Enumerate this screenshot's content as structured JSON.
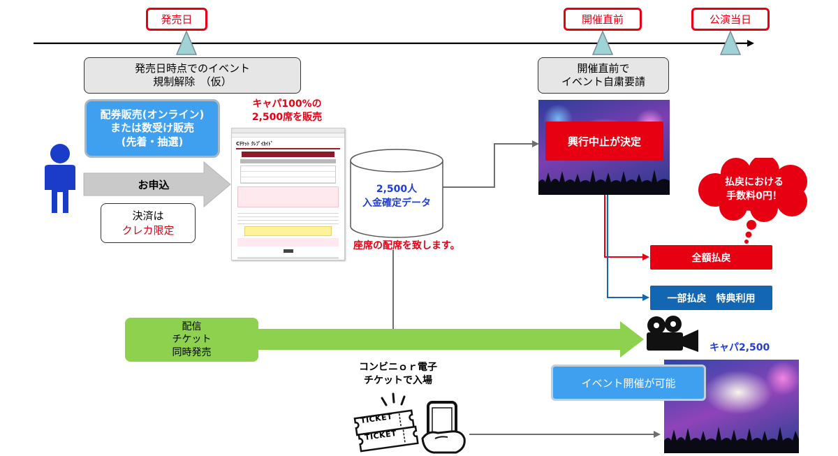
{
  "timeline": {
    "release_label": "発売日",
    "before_label": "開催直前",
    "day_label": "公演当日"
  },
  "phase1": {
    "note_line1": "発売日時点でのイベント",
    "note_line2": "規制解除　（仮）"
  },
  "phase2": {
    "note_line1": "開催直前で",
    "note_line2": "イベント自粛要請"
  },
  "sales": {
    "line1": "配券販売(オンライン)",
    "line2": "または数受け販売",
    "line3": "(先着・抽選)",
    "apply_label": "お申込",
    "payment_line1": "決済は",
    "payment_line2": "クレカ限定"
  },
  "capacity": {
    "line1": "キャパ100%の",
    "line2": "2,500席を販売"
  },
  "site_mock": {
    "header_text": "Cﾁｹｯﾄ ｸﾚﾌﾟｲｶｲﾄﾞ"
  },
  "database": {
    "line1": "2,500人",
    "line2": "入金確定データ"
  },
  "seat_note": "座席の配席を致します。",
  "cancel_label": "興行中止が決定",
  "bubble": {
    "line1": "払戻における",
    "line2": "手数料0円！"
  },
  "refund_full": "全額払戻",
  "refund_partial": "一部払戻　特典利用",
  "streaming": {
    "line1": "配信",
    "line2": "チケット",
    "line3": "同時発売"
  },
  "entry": {
    "line1": "コンビニｏｒ電子",
    "line2": "チケットで入場"
  },
  "ticket_text": "TICKET",
  "capacity_final": "キャパ2,500",
  "event_possible": "イベント開催が可能",
  "colors": {
    "red": "#e60012",
    "blue_box": "#3fa0f0",
    "navy": "#1266b2",
    "green": "#8dd14f",
    "blue_text": "#1f3fd6"
  }
}
